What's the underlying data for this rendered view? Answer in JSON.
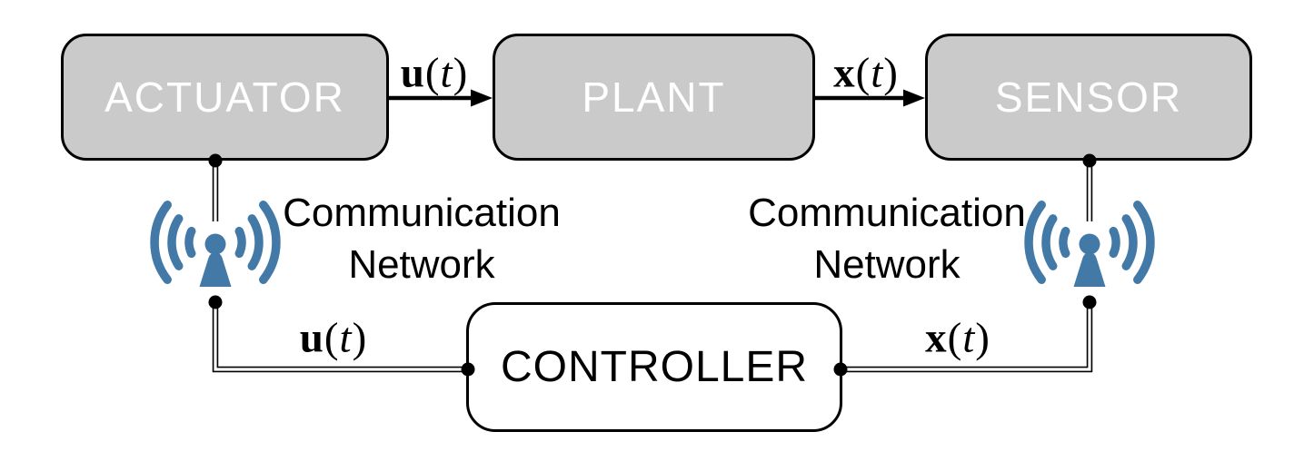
{
  "boxes": {
    "actuator": {
      "label": "ACTUATOR"
    },
    "plant": {
      "label": "PLANT"
    },
    "sensor": {
      "label": "SENSOR"
    },
    "controller": {
      "label": "CONTROLLER"
    }
  },
  "signals": {
    "u": {
      "name": "u",
      "open": "(",
      "arg": "t",
      "close": ")"
    },
    "x": {
      "name": "x",
      "open": "(",
      "arg": "t",
      "close": ")"
    }
  },
  "network_label": {
    "line1": "Communication",
    "line2": "Network"
  },
  "icons": {
    "left": "wifi-antenna",
    "right": "wifi-antenna"
  },
  "colors": {
    "background": "#ffffff",
    "box_fill": "#cacaca",
    "box_border": "#000000",
    "box_text": "#ffffff",
    "controller_fill": "#ffffff",
    "controller_text": "#000000",
    "wifi_blue": "#4279a6",
    "line_black": "#000000"
  }
}
